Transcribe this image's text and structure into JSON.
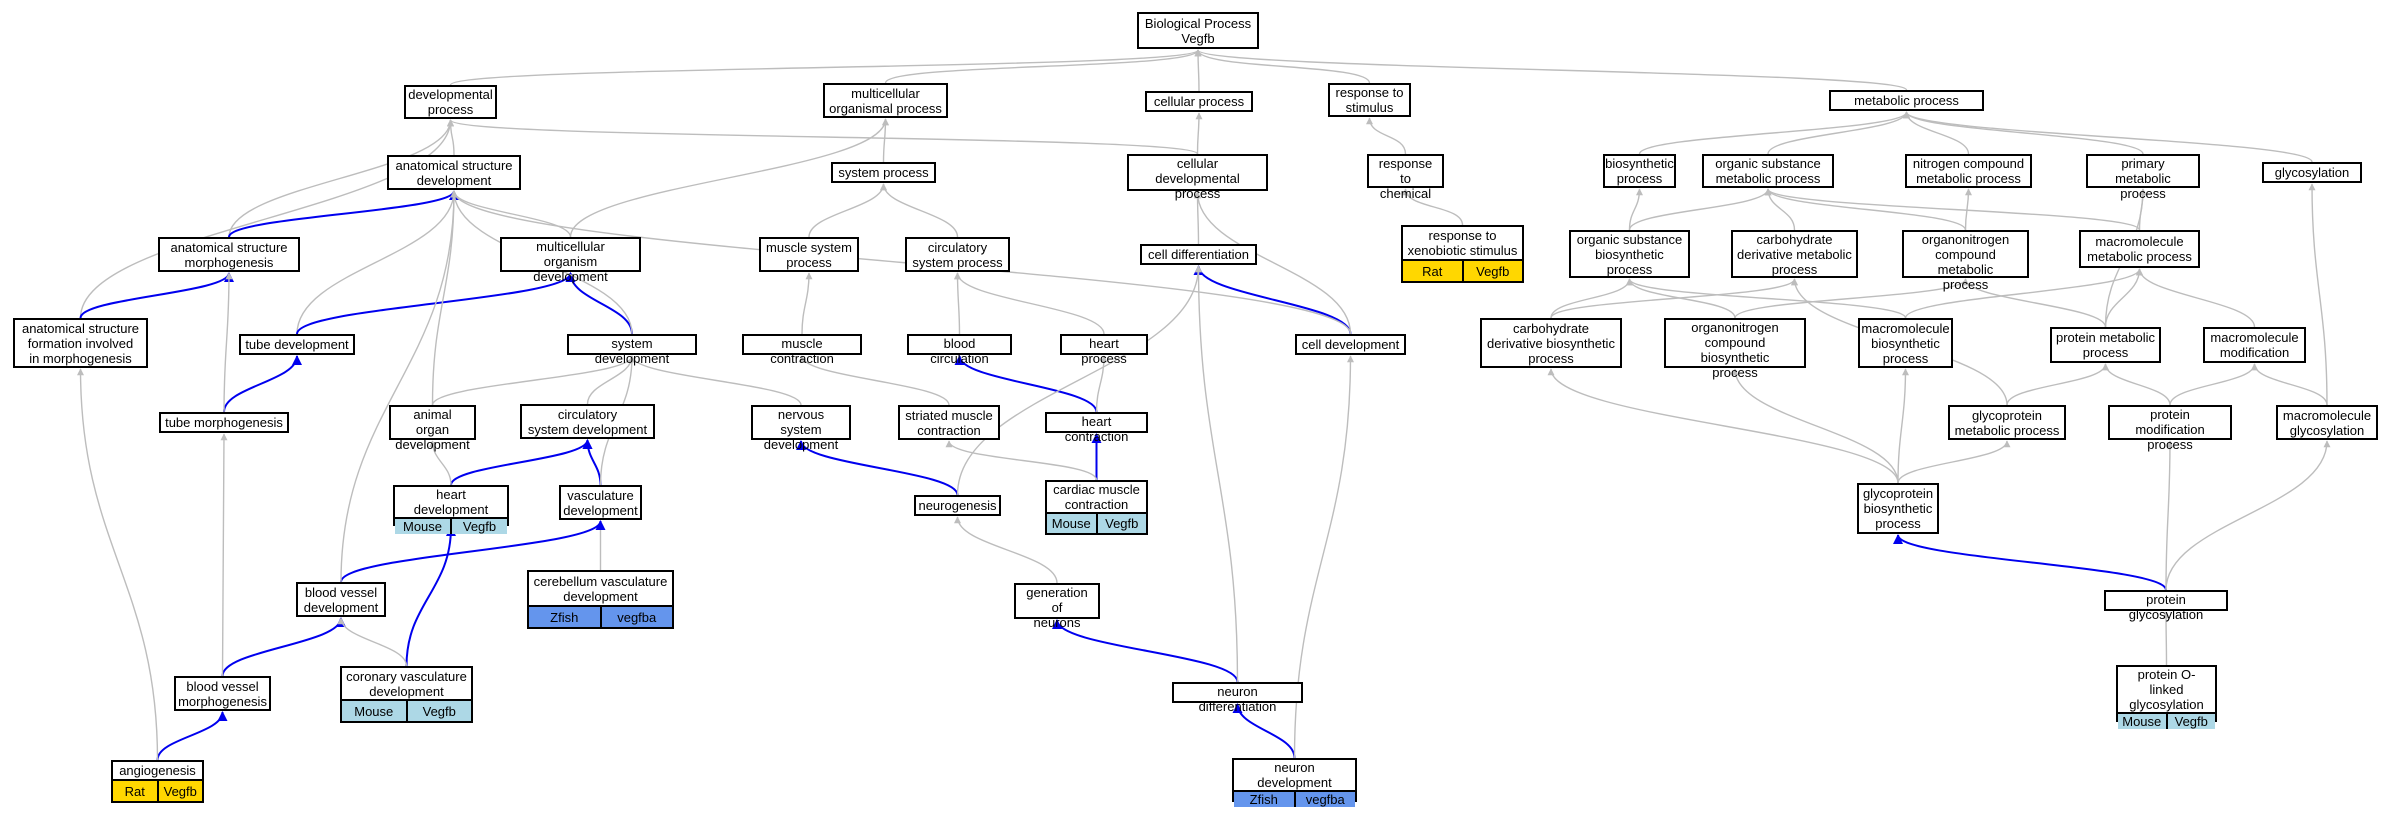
{
  "diagram": {
    "colors": {
      "edge_gray": "#bdbdbd",
      "edge_blue": "#0000ee",
      "Rat": "#ffd700",
      "Mouse": "#add8e6",
      "Zfish": "#6495ed"
    },
    "nodes": [
      {
        "id": "bp",
        "label": "Biological Process\nVegfb"
      },
      {
        "id": "dev",
        "label": "developmental\nprocess"
      },
      {
        "id": "mop",
        "label": "multicellular\norganismal process"
      },
      {
        "id": "cp",
        "label": "cellular process"
      },
      {
        "id": "rts",
        "label": "response to\nstimulus"
      },
      {
        "id": "metab",
        "label": "metabolic process"
      },
      {
        "id": "asd",
        "label": "anatomical structure\ndevelopment"
      },
      {
        "id": "sysp",
        "label": "system process"
      },
      {
        "id": "cdp",
        "label": "cellular developmental\nprocess"
      },
      {
        "id": "rtc",
        "label": "response to\nchemical"
      },
      {
        "id": "biosyn",
        "label": "biosynthetic\nprocess"
      },
      {
        "id": "osmp",
        "label": "organic substance\nmetabolic process"
      },
      {
        "id": "ncmp",
        "label": "nitrogen compound\nmetabolic process"
      },
      {
        "id": "pmp",
        "label": "primary metabolic\nprocess"
      },
      {
        "id": "glycos",
        "label": "glycosylation"
      },
      {
        "id": "asm",
        "label": "anatomical structure\nmorphogenesis"
      },
      {
        "id": "mod",
        "label": "multicellular\norganism development"
      },
      {
        "id": "msp",
        "label": "muscle system\nprocess"
      },
      {
        "id": "csp",
        "label": "circulatory\nsystem process"
      },
      {
        "id": "celld",
        "label": "cell differentiation"
      },
      {
        "id": "rxs",
        "label": "response to\nxenobiotic stimulus",
        "tags": [
          "Rat",
          "Vegfb"
        ]
      },
      {
        "id": "osbp",
        "label": "organic substance\nbiosynthetic\nprocess"
      },
      {
        "id": "cdmp",
        "label": "carbohydrate\nderivative metabolic\nprocess"
      },
      {
        "id": "ocmp",
        "label": "organonitrogen\ncompound metabolic\nprocess"
      },
      {
        "id": "mmp",
        "label": "macromolecule\nmetabolic process"
      },
      {
        "id": "asf",
        "label": "anatomical structure\nformation involved\nin morphogenesis"
      },
      {
        "id": "tubed",
        "label": "tube development"
      },
      {
        "id": "sysd",
        "label": "system development"
      },
      {
        "id": "mc",
        "label": "muscle contraction"
      },
      {
        "id": "bc",
        "label": "blood circulation"
      },
      {
        "id": "hp",
        "label": "heart process"
      },
      {
        "id": "celldev",
        "label": "cell development"
      },
      {
        "id": "cdbp",
        "label": "carbohydrate\nderivative biosynthetic\nprocess"
      },
      {
        "id": "ocbp",
        "label": "organonitrogen\ncompound biosynthetic\nprocess"
      },
      {
        "id": "mbp",
        "label": "macromolecule\nbiosynthetic\nprocess"
      },
      {
        "id": "protmp",
        "label": "protein metabolic\nprocess"
      },
      {
        "id": "mmod",
        "label": "macromolecule\nmodification"
      },
      {
        "id": "tubem",
        "label": "tube morphogenesis"
      },
      {
        "id": "aod",
        "label": "animal organ\ndevelopment"
      },
      {
        "id": "csd",
        "label": "circulatory\nsystem development"
      },
      {
        "id": "nsd",
        "label": "nervous system\ndevelopment"
      },
      {
        "id": "smc",
        "label": "striated muscle\ncontraction"
      },
      {
        "id": "hc",
        "label": "heart contraction"
      },
      {
        "id": "gmp",
        "label": "glycoprotein\nmetabolic process"
      },
      {
        "id": "pmodp",
        "label": "protein modification\nprocess"
      },
      {
        "id": "mglyc",
        "label": "macromolecule\nglycosylation"
      },
      {
        "id": "heartd",
        "label": "heart development",
        "tags": [
          "Mouse",
          "Vegfb"
        ]
      },
      {
        "id": "vascd",
        "label": "vasculature\ndevelopment"
      },
      {
        "id": "neurog",
        "label": "neurogenesis"
      },
      {
        "id": "cmc",
        "label": "cardiac muscle\ncontraction",
        "tags": [
          "Mouse",
          "Vegfb"
        ]
      },
      {
        "id": "gbp",
        "label": "glycoprotein\nbiosynthetic\nprocess"
      },
      {
        "id": "cvd",
        "label": "cerebellum vasculature\ndevelopment",
        "tags": [
          "Zfish",
          "vegfba"
        ]
      },
      {
        "id": "bvd",
        "label": "blood vessel\ndevelopment"
      },
      {
        "id": "gon",
        "label": "generation of\nneurons"
      },
      {
        "id": "pglyc",
        "label": "protein glycosylation"
      },
      {
        "id": "bvm",
        "label": "blood vessel\nmorphogenesis"
      },
      {
        "id": "cvascd",
        "label": "coronary vasculature\ndevelopment",
        "tags": [
          "Mouse",
          "Vegfb"
        ]
      },
      {
        "id": "nd",
        "label": "neuron differentiation"
      },
      {
        "id": "pol",
        "label": "protein O-linked\nglycosylation",
        "tags": [
          "Mouse",
          "Vegfb"
        ]
      },
      {
        "id": "angio",
        "label": "angiogenesis",
        "tags": [
          "Rat",
          "Vegfb"
        ]
      },
      {
        "id": "ndev",
        "label": "neuron development",
        "tags": [
          "Zfish",
          "vegfba"
        ]
      }
    ],
    "edges": [
      {
        "from": "dev",
        "to": "bp",
        "color": "gray"
      },
      {
        "from": "mop",
        "to": "bp",
        "color": "gray"
      },
      {
        "from": "cp",
        "to": "bp",
        "color": "gray"
      },
      {
        "from": "rts",
        "to": "bp",
        "color": "gray"
      },
      {
        "from": "metab",
        "to": "bp",
        "color": "gray"
      },
      {
        "from": "asd",
        "to": "dev",
        "color": "gray"
      },
      {
        "from": "cdp",
        "to": "dev",
        "color": "gray"
      },
      {
        "from": "sysp",
        "to": "mop",
        "color": "gray"
      },
      {
        "from": "cdp",
        "to": "cp",
        "color": "gray"
      },
      {
        "from": "rtc",
        "to": "rts",
        "color": "gray"
      },
      {
        "from": "biosyn",
        "to": "metab",
        "color": "gray"
      },
      {
        "from": "osmp",
        "to": "metab",
        "color": "gray"
      },
      {
        "from": "ncmp",
        "to": "metab",
        "color": "gray"
      },
      {
        "from": "pmp",
        "to": "metab",
        "color": "gray"
      },
      {
        "from": "glycos",
        "to": "metab",
        "color": "gray"
      },
      {
        "from": "asm",
        "to": "dev",
        "color": "gray"
      },
      {
        "from": "asf",
        "to": "dev",
        "color": "gray"
      },
      {
        "from": "asm",
        "to": "asd",
        "color": "blue"
      },
      {
        "from": "mod",
        "to": "asd",
        "color": "gray"
      },
      {
        "from": "mod",
        "to": "mop",
        "color": "gray"
      },
      {
        "from": "msp",
        "to": "sysp",
        "color": "gray"
      },
      {
        "from": "csp",
        "to": "sysp",
        "color": "gray"
      },
      {
        "from": "celld",
        "to": "cdp",
        "color": "gray"
      },
      {
        "from": "rxs",
        "to": "rtc",
        "color": "gray"
      },
      {
        "from": "osbp",
        "to": "biosyn",
        "color": "gray"
      },
      {
        "from": "osbp",
        "to": "osmp",
        "color": "gray"
      },
      {
        "from": "cdmp",
        "to": "osmp",
        "color": "gray"
      },
      {
        "from": "ocmp",
        "to": "osmp",
        "color": "gray"
      },
      {
        "from": "ocmp",
        "to": "ncmp",
        "color": "gray"
      },
      {
        "from": "mmp",
        "to": "osmp",
        "color": "gray"
      },
      {
        "from": "mmp",
        "to": "pmp",
        "color": "gray"
      },
      {
        "from": "asf",
        "to": "asm",
        "color": "blue"
      },
      {
        "from": "tubed",
        "to": "asd",
        "color": "gray"
      },
      {
        "from": "tubed",
        "to": "mod",
        "color": "blue"
      },
      {
        "from": "sysd",
        "to": "mod",
        "color": "blue"
      },
      {
        "from": "sysd",
        "to": "asd",
        "color": "gray"
      },
      {
        "from": "mc",
        "to": "msp",
        "color": "gray"
      },
      {
        "from": "bc",
        "to": "csp",
        "color": "gray"
      },
      {
        "from": "hp",
        "to": "csp",
        "color": "gray"
      },
      {
        "from": "celldev",
        "to": "celld",
        "color": "blue"
      },
      {
        "from": "celldev",
        "to": "asd",
        "color": "gray"
      },
      {
        "from": "celldev",
        "to": "cdp",
        "color": "gray"
      },
      {
        "from": "cdbp",
        "to": "osbp",
        "color": "gray"
      },
      {
        "from": "cdbp",
        "to": "cdmp",
        "color": "gray"
      },
      {
        "from": "ocbp",
        "to": "osbp",
        "color": "gray"
      },
      {
        "from": "ocbp",
        "to": "ocmp",
        "color": "gray"
      },
      {
        "from": "mbp",
        "to": "osbp",
        "color": "gray"
      },
      {
        "from": "mbp",
        "to": "mmp",
        "color": "gray"
      },
      {
        "from": "protmp",
        "to": "mmp",
        "color": "gray"
      },
      {
        "from": "protmp",
        "to": "ocmp",
        "color": "gray"
      },
      {
        "from": "protmp",
        "to": "pmp",
        "color": "gray"
      },
      {
        "from": "mmod",
        "to": "mmp",
        "color": "gray"
      },
      {
        "from": "tubem",
        "to": "tubed",
        "color": "blue"
      },
      {
        "from": "tubem",
        "to": "asm",
        "color": "gray"
      },
      {
        "from": "aod",
        "to": "asd",
        "color": "gray"
      },
      {
        "from": "aod",
        "to": "sysd",
        "color": "gray"
      },
      {
        "from": "csd",
        "to": "sysd",
        "color": "gray"
      },
      {
        "from": "nsd",
        "to": "sysd",
        "color": "gray"
      },
      {
        "from": "smc",
        "to": "mc",
        "color": "gray"
      },
      {
        "from": "hc",
        "to": "bc",
        "color": "blue"
      },
      {
        "from": "hc",
        "to": "hp",
        "color": "gray"
      },
      {
        "from": "gmp",
        "to": "protmp",
        "color": "gray"
      },
      {
        "from": "gmp",
        "to": "cdmp",
        "color": "gray"
      },
      {
        "from": "pmodp",
        "to": "protmp",
        "color": "gray"
      },
      {
        "from": "pmodp",
        "to": "mmod",
        "color": "gray"
      },
      {
        "from": "mglyc",
        "to": "mmod",
        "color": "gray"
      },
      {
        "from": "mglyc",
        "to": "glycos",
        "color": "gray"
      },
      {
        "from": "heartd",
        "to": "csd",
        "color": "blue"
      },
      {
        "from": "heartd",
        "to": "aod",
        "color": "gray"
      },
      {
        "from": "vascd",
        "to": "csd",
        "color": "blue"
      },
      {
        "from": "vascd",
        "to": "sysd",
        "color": "gray"
      },
      {
        "from": "neurog",
        "to": "nsd",
        "color": "blue"
      },
      {
        "from": "neurog",
        "to": "celld",
        "color": "gray"
      },
      {
        "from": "cmc",
        "to": "hc",
        "color": "blue"
      },
      {
        "from": "cmc",
        "to": "smc",
        "color": "gray"
      },
      {
        "from": "gbp",
        "to": "gmp",
        "color": "gray"
      },
      {
        "from": "gbp",
        "to": "cdbp",
        "color": "gray"
      },
      {
        "from": "gbp",
        "to": "ocbp",
        "color": "gray"
      },
      {
        "from": "gbp",
        "to": "mbp",
        "color": "gray"
      },
      {
        "from": "cvd",
        "to": "vascd",
        "color": "gray"
      },
      {
        "from": "bvd",
        "to": "vascd",
        "color": "blue"
      },
      {
        "from": "bvd",
        "to": "asd",
        "color": "gray"
      },
      {
        "from": "gon",
        "to": "neurog",
        "color": "gray"
      },
      {
        "from": "pglyc",
        "to": "gbp",
        "color": "blue"
      },
      {
        "from": "pglyc",
        "to": "pmodp",
        "color": "gray"
      },
      {
        "from": "pglyc",
        "to": "mglyc",
        "color": "gray"
      },
      {
        "from": "bvm",
        "to": "bvd",
        "color": "blue"
      },
      {
        "from": "bvm",
        "to": "tubem",
        "color": "gray"
      },
      {
        "from": "cvascd",
        "to": "heartd",
        "color": "blue"
      },
      {
        "from": "cvascd",
        "to": "bvd",
        "color": "gray"
      },
      {
        "from": "nd",
        "to": "gon",
        "color": "blue"
      },
      {
        "from": "nd",
        "to": "celld",
        "color": "gray"
      },
      {
        "from": "pol",
        "to": "pglyc",
        "color": "gray"
      },
      {
        "from": "angio",
        "to": "bvm",
        "color": "blue"
      },
      {
        "from": "angio",
        "to": "asf",
        "color": "gray"
      },
      {
        "from": "ndev",
        "to": "nd",
        "color": "blue"
      },
      {
        "from": "ndev",
        "to": "celldev",
        "color": "gray"
      }
    ]
  }
}
